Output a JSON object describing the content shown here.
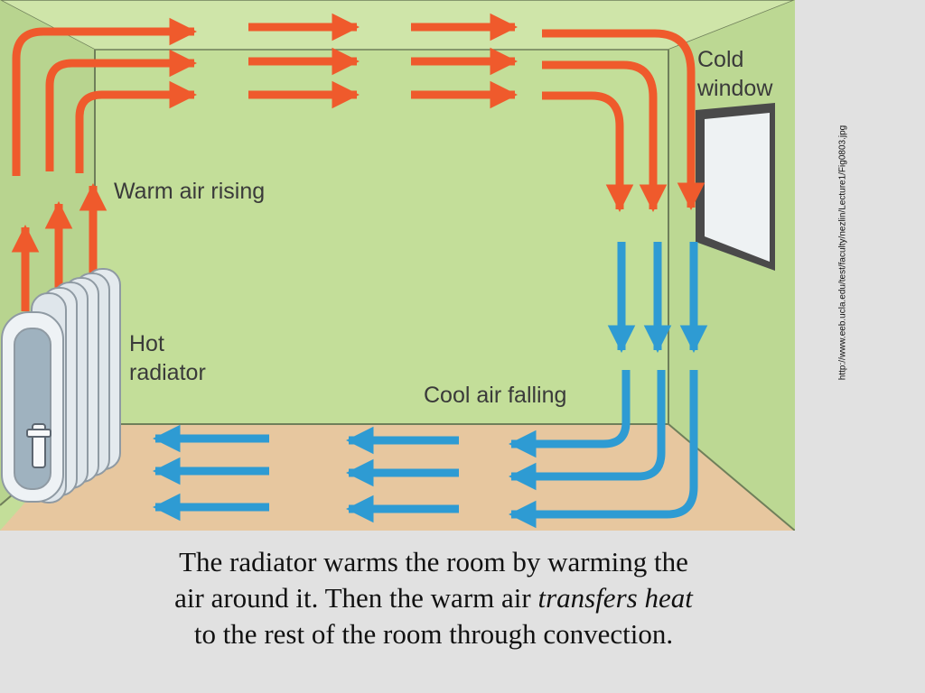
{
  "diagram": {
    "labels": {
      "cold_window_line1": "Cold",
      "cold_window_line2": "window",
      "warm_air": "Warm air rising",
      "hot_radiator_line1": "Hot",
      "hot_radiator_line2": "radiator",
      "cool_air": "Cool air falling"
    },
    "colors": {
      "wall": "#c3de99",
      "floor": "#e7c79f",
      "warm_arrow": "#ef5a2c",
      "cool_arrow": "#2e9bd3",
      "radiator": "#d9e2e8"
    }
  },
  "source_url": "http://www.eeb.ucla.edu/test/faculty/nezlin/Lecture1/Fig0803.jpg",
  "caption": {
    "line1": "The radiator warms the room by warming the",
    "line2_start": "air around it. Then the warm air ",
    "line2_em": "transfers heat",
    "line3": "to the rest of the room through convection."
  }
}
